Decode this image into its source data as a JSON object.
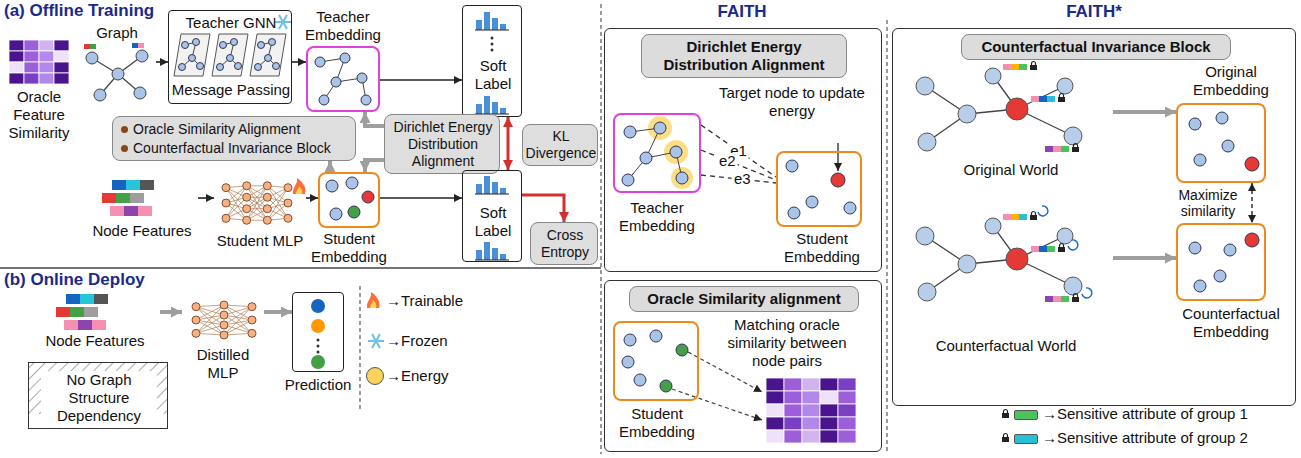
{
  "diagram": {
    "nodes": [
      {
        "text": [
          "Oracle Feature Similarity"
        ]
      },
      {
        "text": [
          "Graph"
        ]
      },
      {
        "text": [
          "Teacher GNN",
          "Message Passing"
        ]
      },
      {
        "text": [
          "Teacher Embedding"
        ]
      },
      {
        "text": [
          "Soft Label"
        ]
      },
      {
        "text": [
          "Oracle Similarity Alignment",
          "Counterfactual Invariance Block"
        ]
      },
      {
        "text": [
          "Dirichlet Energy Distribution Alignment"
        ]
      },
      {
        "text": [
          "KL Divergence"
        ]
      },
      {
        "text": [
          "Node Features"
        ]
      },
      {
        "text": [
          "Student MLP"
        ]
      },
      {
        "text": [
          "Student Embedding"
        ]
      },
      {
        "text": [
          "Soft Label"
        ]
      },
      {
        "text": [
          "Cross Entropy"
        ]
      },
      {
        "text": [
          "Node Features"
        ]
      },
      {
        "text": [
          "No Graph Structure Dependency"
        ]
      },
      {
        "text": [
          "Distilled MLP"
        ]
      },
      {
        "text": [
          "Prediction"
        ]
      },
      {
        "text": [
          "Dirichlet Energy Distribution Alignment"
        ]
      },
      {
        "text": [
          "Teacher Embedding"
        ],
        "in": 17
      },
      {
        "text": [
          "Student Embedding"
        ],
        "in": 17
      },
      {
        "text": [
          "Oracle Similarity alignment"
        ]
      },
      {
        "text": [
          "Student Embedding"
        ],
        "in": 20
      },
      {
        "text": [
          "Counterfactual Invariance Block"
        ]
      },
      {
        "text": [
          "Original World"
        ],
        "in": 22
      },
      {
        "text": [
          "Original Embedding"
        ],
        "in": 22
      },
      {
        "text": [
          "Counterfactual World"
        ],
        "in": 22
      },
      {
        "text": [
          "Counterfactual Embedding"
        ],
        "in": 22
      }
    ],
    "edges": [
      {
        "from": 1,
        "to": 2,
        "arrow": "to"
      },
      {
        "from": 2,
        "to": 3,
        "arrow": "to"
      },
      {
        "from": 3,
        "to": 4,
        "arrow": "to"
      },
      {
        "from": 4,
        "to": 11,
        "arrow": "both"
      },
      {
        "from": 8,
        "to": 9,
        "arrow": "to"
      },
      {
        "from": 9,
        "to": 10,
        "arrow": "to"
      },
      {
        "from": 10,
        "to": 11,
        "arrow": "to"
      },
      {
        "from": 11,
        "to": 12,
        "arrow": "to"
      },
      {
        "from": 6,
        "to": 3,
        "arrow": "to"
      },
      {
        "from": 6,
        "to": 10,
        "arrow": "to"
      },
      {
        "from": 10,
        "to": 5,
        "arrow": "to"
      },
      {
        "from": 13,
        "to": 15,
        "arrow": "to"
      },
      {
        "from": 15,
        "to": 16,
        "arrow": "to"
      },
      {
        "from": 18,
        "to": 19,
        "arrow": "none",
        "label": "e1"
      },
      {
        "from": 18,
        "to": 19,
        "arrow": "none",
        "label": "e2"
      },
      {
        "from": 18,
        "to": 19,
        "arrow": "none",
        "label": "e3"
      },
      {
        "from": 23,
        "to": 24,
        "arrow": "to"
      },
      {
        "from": 25,
        "to": 26,
        "arrow": "to"
      },
      {
        "from": 24,
        "to": 26,
        "arrow": "both",
        "label": "Maximize similarity"
      }
    ],
    "labels": [
      "(a) Offline Training",
      "(b) Online Deploy",
      "FAITH",
      "FAITH*",
      "Target node to update energy",
      "Matching oracle similarity between node pairs"
    ],
    "legend": [
      {
        "text": "→Trainable"
      },
      {
        "text": "→Frozen"
      },
      {
        "text": "→Energy",
        "color": "#fcd45c"
      },
      {
        "text": "→Sensitive attribute of group 1",
        "color": "#4cc25a"
      },
      {
        "text": "→Sensitive attribute of group 2",
        "color": "#2bbfd6"
      }
    ]
  }
}
